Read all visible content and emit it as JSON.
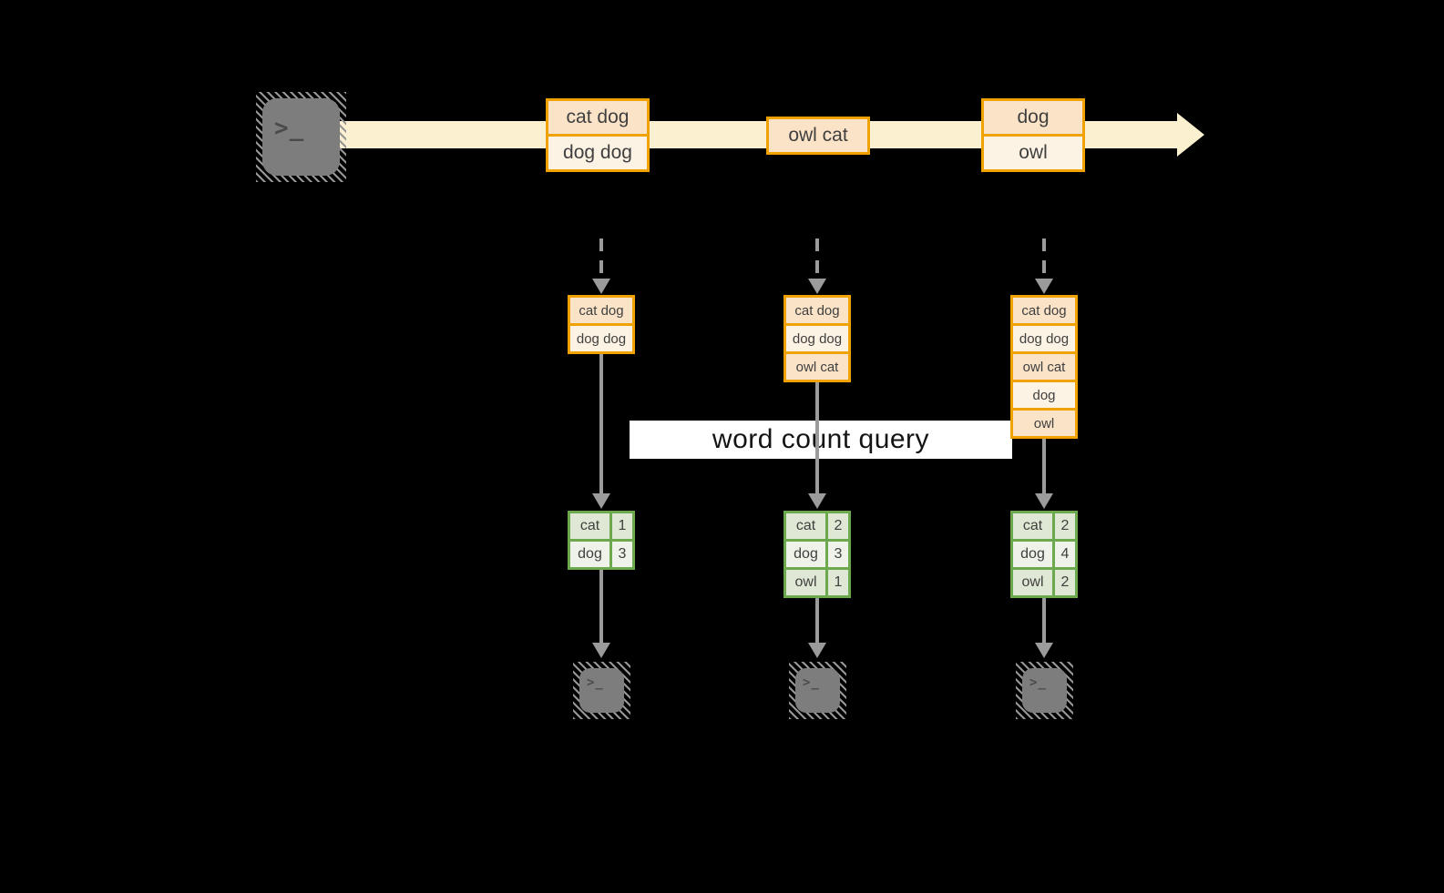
{
  "query": {
    "label": "word count query"
  },
  "icons": {
    "source": "terminal-icon",
    "sink": "terminal-icon",
    "prompt_glyph": ">_",
    "stream_arrow": "right-arrow",
    "flow_arrow": "down-arrow"
  },
  "colors": {
    "background": "#000000",
    "stream_band": "#FBF0CF",
    "box_border_orange": "#F0A202",
    "cell_peach": "#FBE3C8",
    "cell_cream": "#FDF3E4",
    "table_border_green": "#6CA84D",
    "cell_green_dark": "#DFE8D4",
    "cell_green_light": "#EEF2E9",
    "arrow_gray": "#9B9B9B",
    "terminal_gray": "#7D7D7D"
  },
  "stream": {
    "batches": [
      {
        "lines": [
          "cat dog",
          "dog dog"
        ]
      },
      {
        "lines": [
          "owl cat"
        ]
      },
      {
        "lines": [
          "dog",
          "owl"
        ]
      }
    ]
  },
  "columns": [
    {
      "input_lines": [
        "cat dog",
        "dog dog"
      ],
      "counts": {
        "rows": [
          [
            "cat",
            "1"
          ],
          [
            "dog",
            "3"
          ]
        ]
      }
    },
    {
      "input_lines": [
        "cat dog",
        "dog dog",
        "owl cat"
      ],
      "counts": {
        "rows": [
          [
            "cat",
            "2"
          ],
          [
            "dog",
            "3"
          ],
          [
            "owl",
            "1"
          ]
        ]
      }
    },
    {
      "input_lines": [
        "cat dog",
        "dog dog",
        "owl cat",
        "dog",
        "owl"
      ],
      "counts": {
        "rows": [
          [
            "cat",
            "2"
          ],
          [
            "dog",
            "4"
          ],
          [
            "owl",
            "2"
          ]
        ]
      }
    }
  ]
}
